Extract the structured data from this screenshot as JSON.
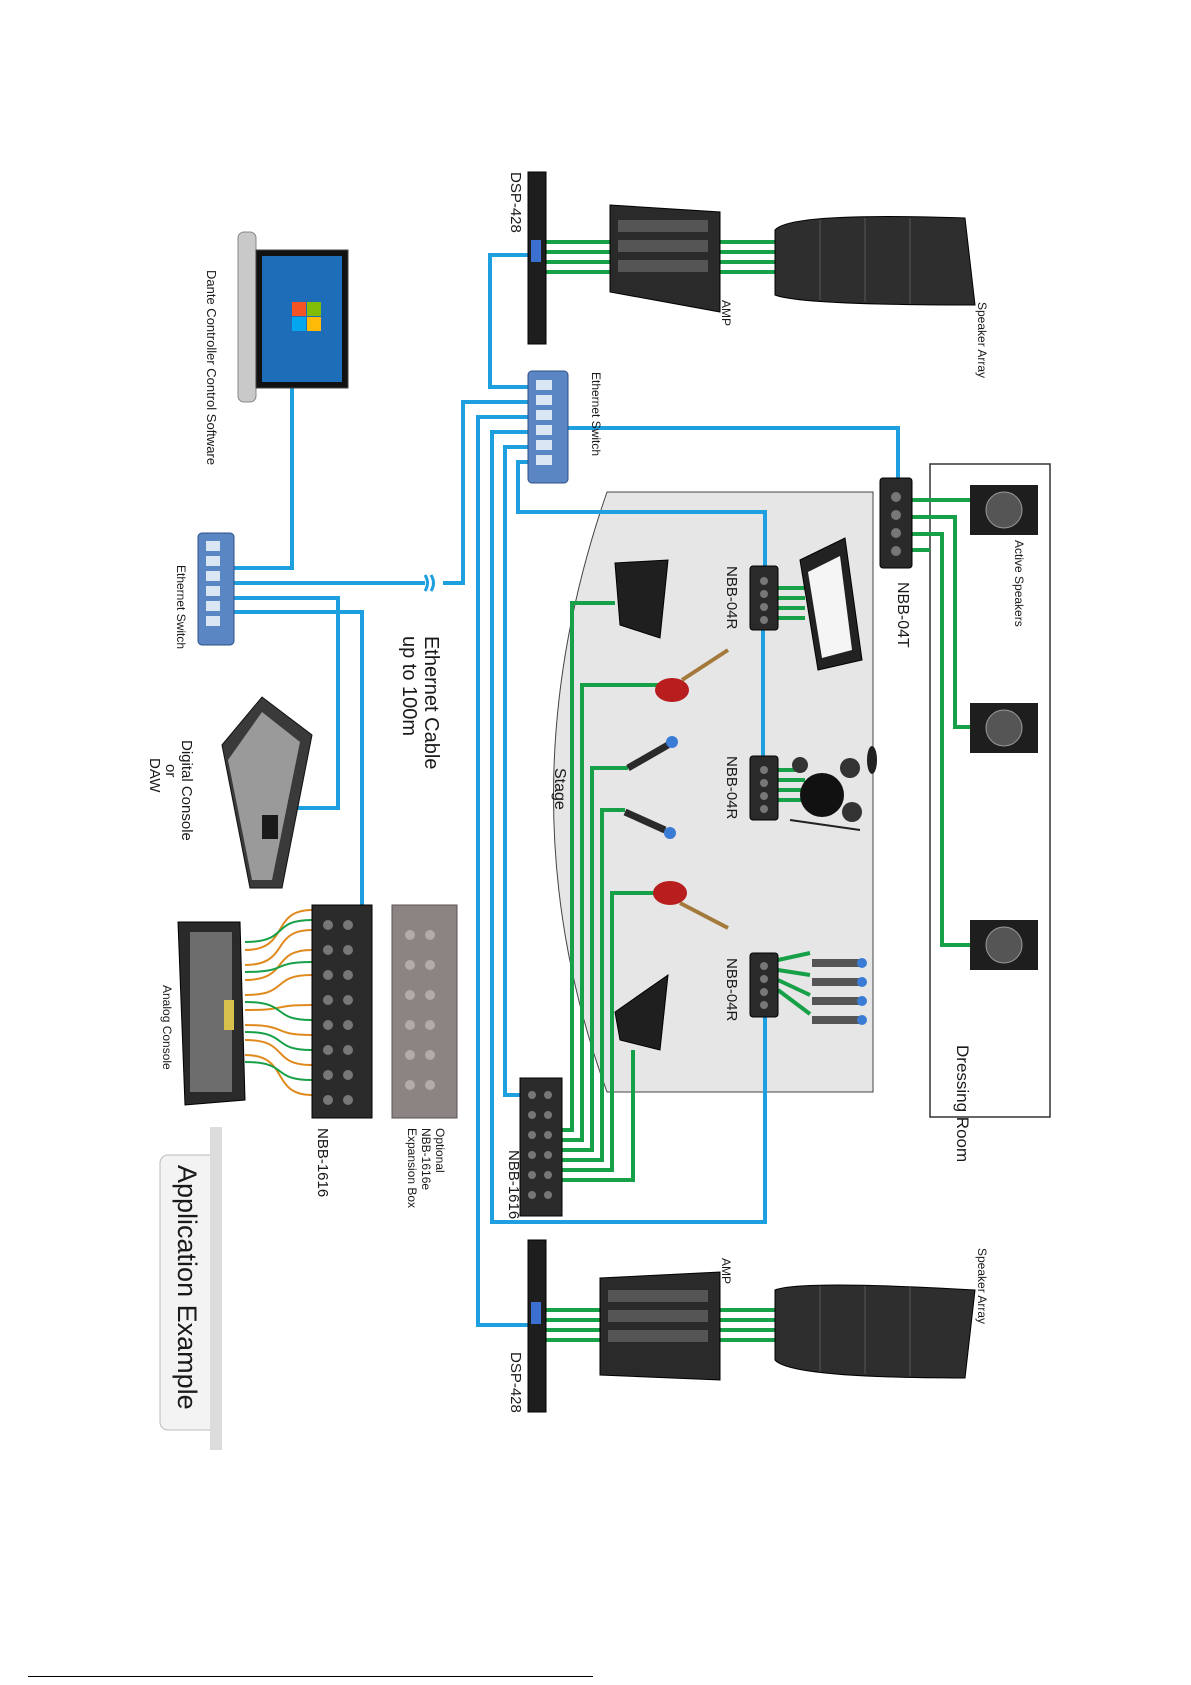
{
  "title": "Application Example",
  "stage_label": "Stage",
  "dressing_room_label": "Dressing Room",
  "ethernet_cable_label": [
    "Ethernet Cable",
    "up to 100m"
  ],
  "devices": {
    "laptop": "Dante Controller Control Software",
    "switch_left": "Ethernet Switch",
    "switch_center": "Ethernet Switch",
    "digital_console": [
      "Digital Console",
      "or",
      "DAW"
    ],
    "analog_console": "Analog Console",
    "nbb1616_left": "NBB-1616",
    "expansion_box": [
      "Optional",
      "NBB-1616e",
      "Expansion Box"
    ],
    "nbb1616_stage": "NBB-1616",
    "dsp_top": "DSP-428",
    "dsp_bottom": "DSP-428",
    "amp_top": "AMP",
    "amp_bottom": "AMP",
    "speaker_array_top": "Speaker Array",
    "speaker_array_bottom": "Speaker Array",
    "nbb04t": "NBB-04T",
    "active_speakers": "Active Speakers",
    "nbb04r_1": "NBB-04R",
    "nbb04r_2": "NBB-04R",
    "nbb04r_3": "NBB-04R"
  },
  "colors": {
    "ethernet": "#1e9fe0",
    "audio_green": "#16a047",
    "audio_orange": "#e08a1e",
    "stage_fill": "#e6e6e6"
  }
}
